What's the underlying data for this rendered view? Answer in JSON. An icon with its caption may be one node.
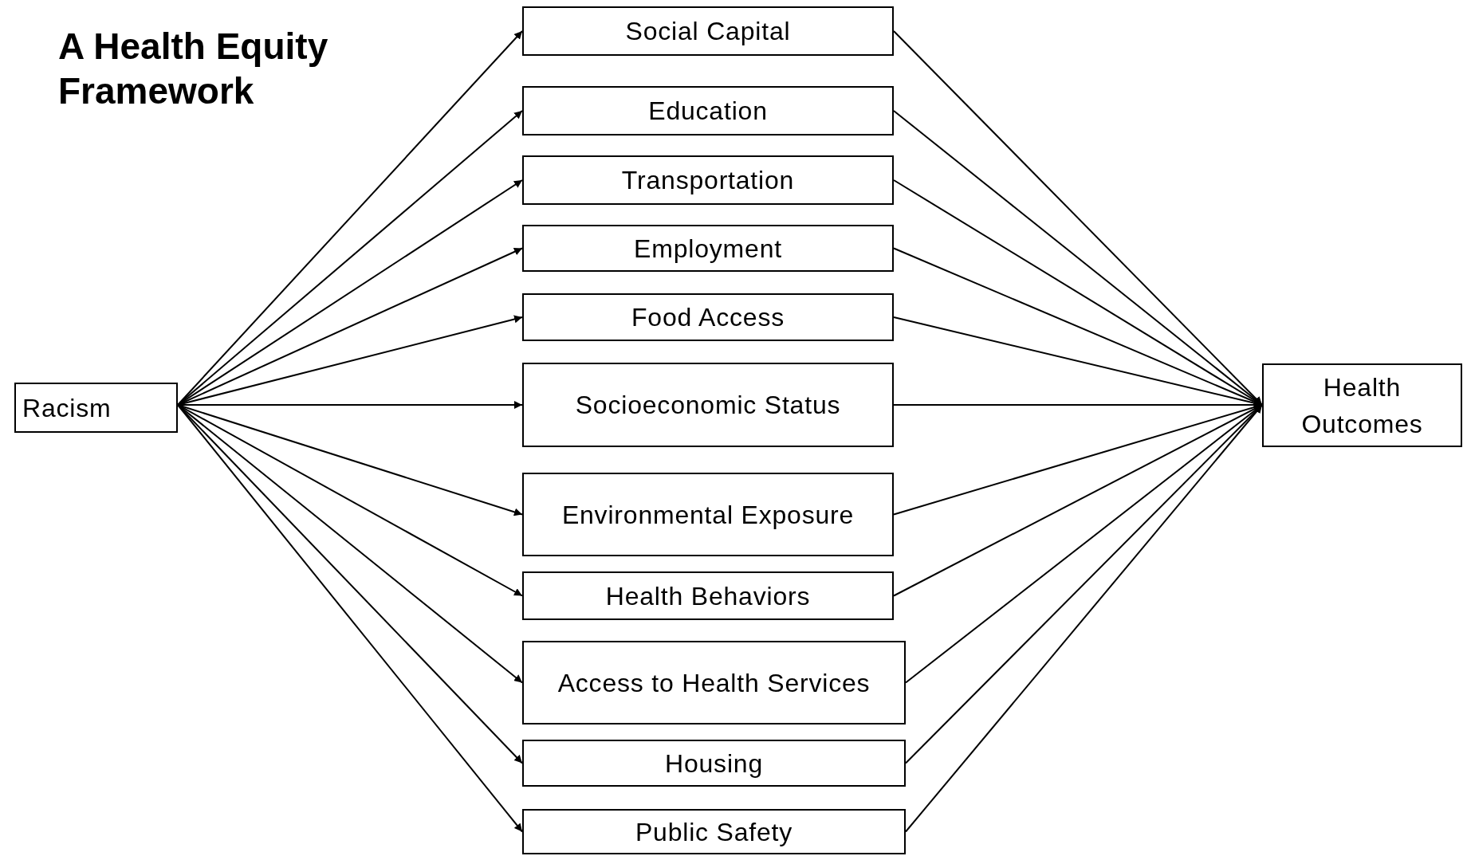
{
  "diagram": {
    "title": "A Health Equity Framework",
    "nodes": [
      {
        "text": [
          "Racism"
        ]
      },
      {
        "text": [
          "Social Capital"
        ]
      },
      {
        "text": [
          "Education"
        ]
      },
      {
        "text": [
          "Transportation"
        ]
      },
      {
        "text": [
          "Employment"
        ]
      },
      {
        "text": [
          "Food Access"
        ]
      },
      {
        "text": [
          "Socioeconomic Status"
        ]
      },
      {
        "text": [
          "Environmental Exposure"
        ]
      },
      {
        "text": [
          "Health Behaviors"
        ]
      },
      {
        "text": [
          "Access to Health Services"
        ]
      },
      {
        "text": [
          "Housing"
        ]
      },
      {
        "text": [
          "Public Safety"
        ]
      },
      {
        "text": [
          "Health Outcomes"
        ]
      }
    ],
    "edges": [
      {
        "from": 0,
        "to": 1,
        "arrow": "to"
      },
      {
        "from": 0,
        "to": 2,
        "arrow": "to"
      },
      {
        "from": 0,
        "to": 3,
        "arrow": "to"
      },
      {
        "from": 0,
        "to": 4,
        "arrow": "to"
      },
      {
        "from": 0,
        "to": 5,
        "arrow": "to"
      },
      {
        "from": 0,
        "to": 6,
        "arrow": "to"
      },
      {
        "from": 0,
        "to": 7,
        "arrow": "to"
      },
      {
        "from": 0,
        "to": 8,
        "arrow": "to"
      },
      {
        "from": 0,
        "to": 9,
        "arrow": "to"
      },
      {
        "from": 0,
        "to": 10,
        "arrow": "to"
      },
      {
        "from": 0,
        "to": 11,
        "arrow": "to"
      },
      {
        "from": 1,
        "to": 12,
        "arrow": "to"
      },
      {
        "from": 2,
        "to": 12,
        "arrow": "to"
      },
      {
        "from": 3,
        "to": 12,
        "arrow": "to"
      },
      {
        "from": 4,
        "to": 12,
        "arrow": "to"
      },
      {
        "from": 5,
        "to": 12,
        "arrow": "to"
      },
      {
        "from": 6,
        "to": 12,
        "arrow": "to"
      },
      {
        "from": 7,
        "to": 12,
        "arrow": "to"
      },
      {
        "from": 8,
        "to": 12,
        "arrow": "to"
      },
      {
        "from": 9,
        "to": 12,
        "arrow": "to"
      },
      {
        "from": 10,
        "to": 12,
        "arrow": "to"
      },
      {
        "from": 11,
        "to": 12,
        "arrow": "to"
      }
    ]
  }
}
